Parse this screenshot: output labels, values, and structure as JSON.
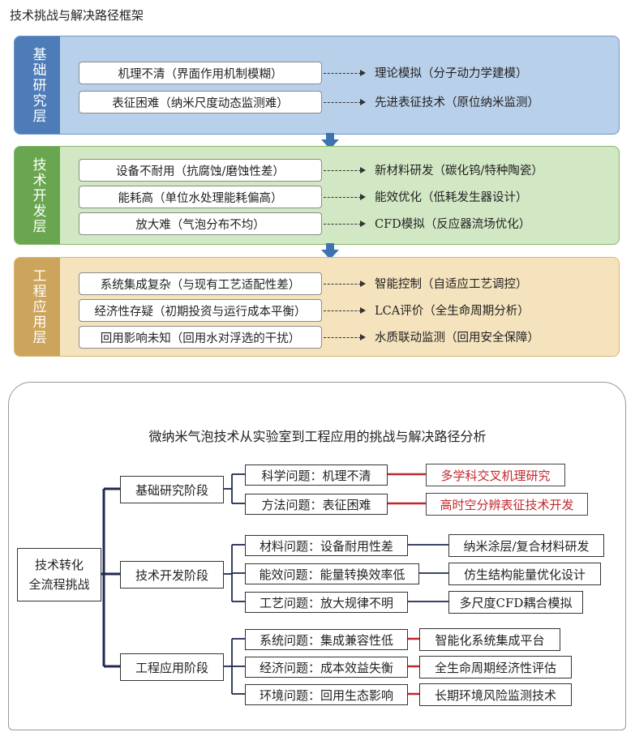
{
  "top_title": "技术挑战与解决路径框架",
  "layers": [
    {
      "name": "基础研究层",
      "rows": [
        {
          "problem": "机理不清（界面作用机制模糊）",
          "solution": "理论模拟（分子动力学建模）"
        },
        {
          "problem": "表征困难（纳米尺度动态监测难）",
          "solution": "先进表征技术（原位纳米监测）"
        }
      ]
    },
    {
      "name": "技术开发层",
      "rows": [
        {
          "problem": "设备不耐用（抗腐蚀/磨蚀性差）",
          "solution": "新材料研发（碳化钨/特种陶瓷）"
        },
        {
          "problem": "能耗高（单位水处理能耗偏高）",
          "solution": "能效优化（低耗发生器设计）"
        },
        {
          "problem": "放大难（气泡分布不均）",
          "solution": "CFD模拟（反应器流场优化）"
        }
      ]
    },
    {
      "name": "工程应用层",
      "rows": [
        {
          "problem": "系统集成复杂（与现有工艺适配性差）",
          "solution": "智能控制（自适应工艺调控）"
        },
        {
          "problem": "经济性存疑（初期投资与运行成本平衡）",
          "solution": "LCA评价（全生命周期分析）"
        },
        {
          "problem": "回用影响未知（回用水对浮选的干扰）",
          "solution": "水质联动监测（回用安全保障）"
        }
      ]
    }
  ],
  "tree": {
    "title": "微纳米气泡技术从实验室到工程应用的挑战与解决路径分析",
    "root_line1": "技术转化",
    "root_line2": "全流程挑战",
    "stages": [
      {
        "name": "基础研究阶段",
        "items": [
          {
            "problem": "科学问题：机理不清",
            "solution": "多学科交叉机理研究"
          },
          {
            "problem": "方法问题：表征困难",
            "solution": "高时空分辨表征技术开发"
          }
        ]
      },
      {
        "name": "技术开发阶段",
        "items": [
          {
            "problem": "材料问题：设备耐用性差",
            "solution": "纳米涂层/复合材料研发"
          },
          {
            "problem": "能效问题：能量转换效率低",
            "solution": "仿生结构能量优化设计"
          },
          {
            "problem": "工艺问题：放大规律不明",
            "solution": "多尺度CFD耦合模拟"
          }
        ]
      },
      {
        "name": "工程应用阶段",
        "items": [
          {
            "problem": "系统问题：集成兼容性低",
            "solution": "智能化系统集成平台"
          },
          {
            "problem": "经济问题：成本效益失衡",
            "solution": "全生命周期经济性评估"
          },
          {
            "problem": "环境问题：回用生态影响",
            "solution": "长期环境风险监测技术"
          }
        ]
      }
    ]
  },
  "colors": {
    "basic_layer": "#4d7cb8",
    "dev_layer": "#6aa64f",
    "eng_layer": "#cda45b",
    "tree_connector": "#1f2a52",
    "red_accent": "#c0272d"
  }
}
